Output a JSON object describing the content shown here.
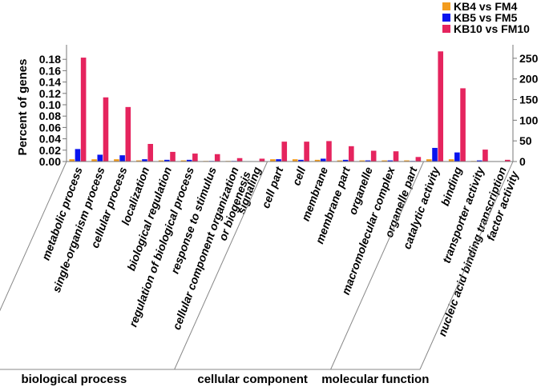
{
  "chart_data": {
    "type": "bar",
    "ylabel": "Percent of genes",
    "ylim": [
      0,
      0.2
    ],
    "yticks": [
      "0.00",
      "0.02",
      "0.04",
      "0.06",
      "0.08",
      "0.10",
      "0.12",
      "0.14",
      "0.16",
      "0.18"
    ],
    "y2lim": [
      0,
      275
    ],
    "y2ticks": [
      "0",
      "50",
      "100",
      "150",
      "200",
      "250"
    ],
    "grid": false,
    "legend_position": "top-right",
    "categories": [
      "metabolic process",
      "single-organism process",
      "cellular process",
      "localization",
      "biological regulation",
      "regulation of biological process",
      "response to stimulus",
      "cellular component organization or biogenesis",
      "signaling",
      "cell part",
      "cell",
      "membrane",
      "membrane part",
      "organelle",
      "macromolecular complex",
      "organelle part",
      "catalytic activity",
      "binding",
      "transporter activity",
      "nucleic acid binding transcription factor activity"
    ],
    "category_lines": [
      [
        "metabolic process"
      ],
      [
        "single-organism process"
      ],
      [
        "cellular process"
      ],
      [
        "localization"
      ],
      [
        "biological regulation"
      ],
      [
        "regulation of biological process"
      ],
      [
        "response to stimulus"
      ],
      [
        "cellular component organization",
        "or biogenesis"
      ],
      [
        "signaling"
      ],
      [
        "cell part"
      ],
      [
        "cell"
      ],
      [
        "membrane"
      ],
      [
        "membrane part"
      ],
      [
        "organelle"
      ],
      [
        "macromolecular complex"
      ],
      [
        "organelle part"
      ],
      [
        "catalytic activity"
      ],
      [
        "binding"
      ],
      [
        "transporter activity"
      ],
      [
        "nucleic acid binding transcription",
        "factor activity"
      ]
    ],
    "groups": [
      {
        "name": "biological process",
        "start": 0,
        "end": 8
      },
      {
        "name": "cellular component",
        "start": 9,
        "end": 15
      },
      {
        "name": "molecular function",
        "start": 16,
        "end": 19
      }
    ],
    "series": [
      {
        "name": "KB4 vs FM4",
        "color": "#f39c1e",
        "values": [
          0.004,
          0.004,
          0.004,
          0.002,
          0.002,
          0.002,
          0.001,
          0.001,
          0.0,
          0.004,
          0.004,
          0.003,
          0.002,
          0.002,
          0.002,
          0.002,
          0.004,
          0.004,
          0.001,
          0.0
        ]
      },
      {
        "name": "KB5 vs FM5",
        "color": "#0a14ee",
        "values": [
          0.022,
          0.012,
          0.011,
          0.004,
          0.003,
          0.003,
          0.001,
          0.001,
          0.0,
          0.004,
          0.003,
          0.005,
          0.003,
          0.002,
          0.002,
          0.001,
          0.024,
          0.016,
          0.002,
          0.0
        ]
      },
      {
        "name": "KB10 vs FM10",
        "color": "#e5245e",
        "values": [
          0.183,
          0.113,
          0.096,
          0.031,
          0.017,
          0.014,
          0.013,
          0.006,
          0.005,
          0.035,
          0.035,
          0.036,
          0.027,
          0.019,
          0.018,
          0.008,
          0.194,
          0.129,
          0.021,
          0.003
        ]
      }
    ]
  }
}
